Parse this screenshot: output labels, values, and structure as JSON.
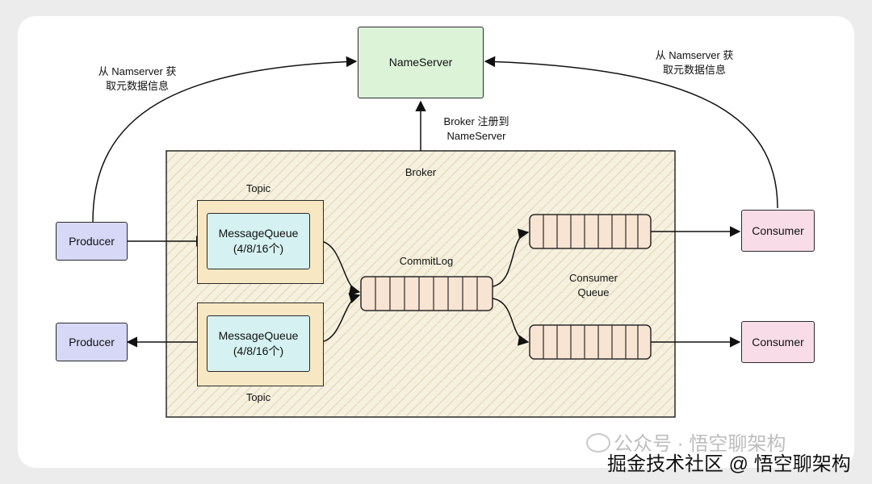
{
  "nameserver": {
    "label": "NameServer"
  },
  "broker": {
    "label": "Broker"
  },
  "producers": [
    {
      "label": "Producer"
    },
    {
      "label": "Producer"
    }
  ],
  "consumers": [
    {
      "label": "Consumer"
    },
    {
      "label": "Consumer"
    }
  ],
  "topics": [
    {
      "label": "Topic",
      "queue_line1": "MessageQueue",
      "queue_line2": "(4/8/16个)"
    },
    {
      "label": "Topic",
      "queue_line1": "MessageQueue",
      "queue_line2": "(4/8/16个)"
    }
  ],
  "commitlog": {
    "label": "CommitLog"
  },
  "consumer_queue": {
    "line1": "Consumer",
    "line2": "Queue"
  },
  "annotations": {
    "left_line1": "从 Namserver 获",
    "left_line2": "取元数据信息",
    "right_line1": "从 Namserver 获",
    "right_line2": "取元数据信息",
    "broker_reg_line1": "Broker 注册到",
    "broker_reg_line2": "NameServer"
  },
  "watermark": {
    "faint": "公众号 · 悟空聊架构",
    "main": "掘金技术社区 @ 悟空聊架构"
  },
  "colors": {
    "nameserver": "#dcf3d8",
    "broker": "#f6f1df",
    "producer": "#d7d8f7",
    "consumer": "#f8dde9",
    "queue_cell": "#f8e4d2",
    "message_queue": "#d5f1f1",
    "topic": "#f7e7c2"
  }
}
